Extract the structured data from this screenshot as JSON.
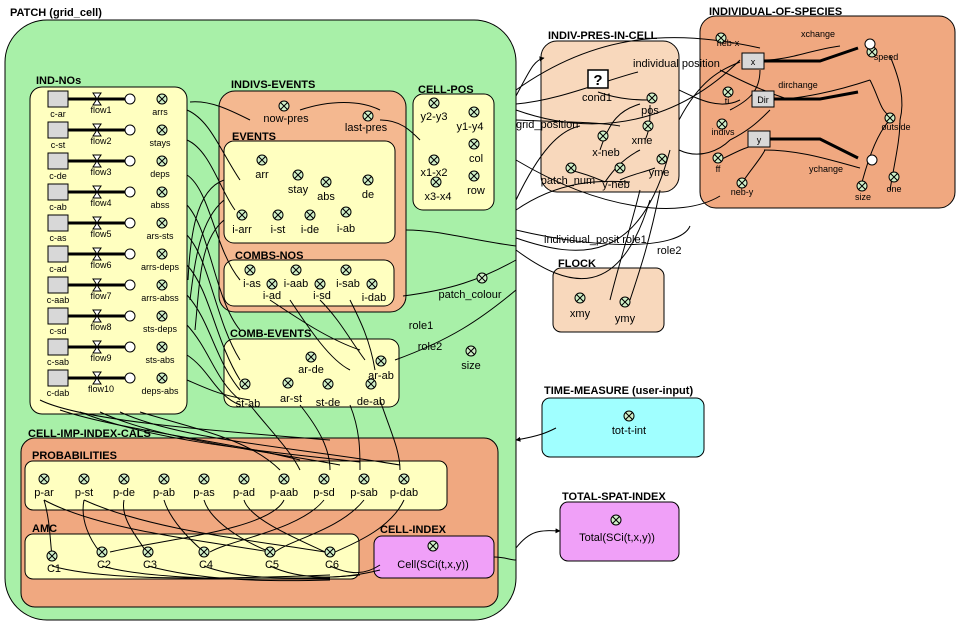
{
  "submodels": {
    "patch": "PATCH (grid_cell)",
    "ind_nos": "IND-NOs",
    "indivs_events": "INDIVS-EVENTS",
    "events": "EVENTS",
    "combs_nos": "COMBS-NOS",
    "comb_events": "COMB-EVENTS",
    "cell_pos": "CELL-POS",
    "cell_imp": "CELL-IMP-INDEX-CALS",
    "probabilities": "PROBABILITIES",
    "amc": "AMC",
    "cell_index": "CELL-INDEX",
    "indiv_pres": "INDIV-PRES-IN-CELL",
    "individual": "INDIVIDUAL-OF-SPECIES",
    "flock": "FLOCK",
    "time_measure": "TIME-MEASURE (user-input)",
    "total_spat": "TOTAL-SPAT-INDEX"
  },
  "ind_nos": {
    "compartments": [
      "c-ar",
      "c-st",
      "c-de",
      "c-ab",
      "c-as",
      "c-ad",
      "c-aab",
      "c-sd",
      "c-sab",
      "c-dab"
    ],
    "flows": [
      "flow1",
      "flow2",
      "flow3",
      "flow4",
      "flow5",
      "flow6",
      "flow7",
      "flow8",
      "flow9",
      "flow10"
    ],
    "variables": [
      "arrs",
      "stays",
      "deps",
      "abss",
      "ars-sts",
      "arrs-deps",
      "arrs-abss",
      "sts-deps",
      "sts-abs",
      "deps-abs"
    ]
  },
  "indivs_events": {
    "now_pres": "now-pres",
    "last_pres": "last-pres"
  },
  "events": {
    "arr": "arr",
    "stay": "stay",
    "abs": "abs",
    "de": "de",
    "i_arr": "i-arr",
    "i_st": "i-st",
    "i_de": "i-de",
    "i_ab": "i-ab"
  },
  "combs_nos": {
    "i_as": "i-as",
    "i_ad": "i-ad",
    "i_aab": "i-aab",
    "i_sd": "i-sd",
    "i_sab": "i-sab",
    "i_dab": "i-dab"
  },
  "comb_events": {
    "ar_de": "ar-de",
    "ar_ab": "ar-ab",
    "st_ab": "st-ab",
    "ar_st": "ar-st",
    "st_de": "st-de",
    "de_ab": "de-ab"
  },
  "cell_pos": {
    "y2_y3": "y2-y3",
    "y1_y4": "y1-y4",
    "col": "col",
    "x1_x2": "x1-x2",
    "row": "row",
    "x3_x4": "x3-x4"
  },
  "patch": {
    "role1": "role1",
    "role2": "role2",
    "patch_colour": "patch_colour",
    "size": "size"
  },
  "probabilities": [
    "p-ar",
    "p-st",
    "p-de",
    "p-ab",
    "p-as",
    "p-ad",
    "p-aab",
    "p-sd",
    "p-sab",
    "p-dab"
  ],
  "amc": [
    "C1",
    "C2",
    "C3",
    "C4",
    "C5",
    "C6"
  ],
  "cell_index": {
    "cell": "Cell(SCi(t,x,y))"
  },
  "indiv_pres": {
    "cond1": "cond1",
    "pos": "pos",
    "xme": "xme",
    "x_neb": "x-neb",
    "patch_num": "patch_num",
    "y_neb": "y-neb",
    "yme": "yme",
    "query": "?"
  },
  "links": {
    "individual_position": "individual position",
    "grid_position": "grid_position",
    "individual_posit_role1": "individual_posit role1",
    "role2": "role2"
  },
  "individual": {
    "neb_x": "neb-x",
    "xchange": "xchange",
    "speed": "speed",
    "x": "x",
    "dirchange": "dirchange",
    "Dir": "Dir",
    "ti": "ti",
    "indivs": "indivs",
    "outside": "outside",
    "y": "y",
    "ff": "ff",
    "neb_y": "neb-y",
    "ychange": "ychange",
    "size": "size",
    "one": "one"
  },
  "flock": {
    "xmy": "xmy",
    "ymy": "ymy"
  },
  "time_measure": {
    "tot_t_int": "tot-t-int"
  },
  "total_spat": {
    "total": "Total(SCi(t,x,y))"
  },
  "colors": {
    "patch_bg": "#a8f0a8",
    "yellow": "#ffffc0",
    "salmon": "#f4b890",
    "peach": "#f8d8bc",
    "orange": "#f0a880",
    "cyan": "#a0ffff",
    "magenta": "#f0a0f8",
    "var_fill": "#d0f0c8"
  }
}
